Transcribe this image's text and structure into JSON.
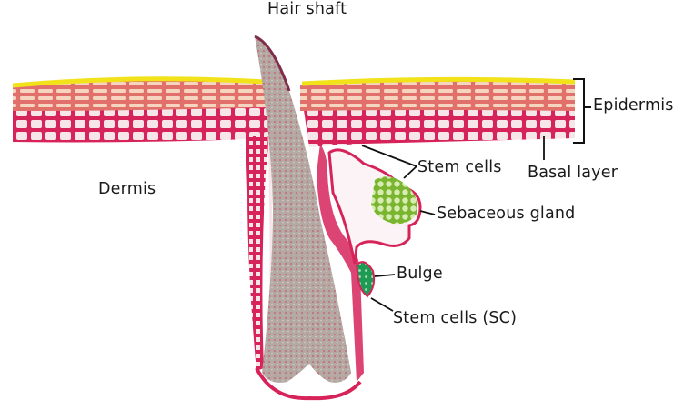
{
  "diagram": {
    "type": "anatomical-illustration",
    "subject": "Skin cross-section with hair follicle",
    "labels": {
      "hair_shaft": "Hair shaft",
      "epidermis": "Epidermis",
      "basal_layer": "Basal layer",
      "dermis": "Dermis",
      "stem_cells_top": "Stem cells",
      "sebaceous_gland": "Sebaceous gland",
      "bulge": "Bulge",
      "stem_cells_sc": "Stem cells (SC)"
    },
    "colors": {
      "stratum_corneum": "#f2e21a",
      "upper_epidermis": "#e89a7a",
      "lower_epidermis": "#d6245a",
      "cell_fill": "#f6e6ea",
      "hair_shaft": "#a89a94",
      "sebaceous_cells": "#8cc43c",
      "bulge_cells": "#1f9a55",
      "leader_line": "#111111"
    }
  }
}
